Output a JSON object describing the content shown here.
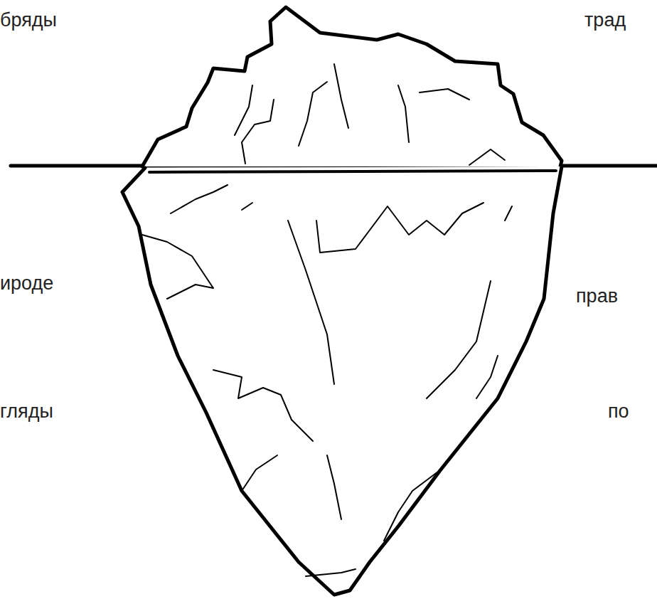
{
  "diagram": {
    "labels": [
      "бряды",
      "трад",
      "ироде",
      "гляды",
      "прав",
      "по"
    ]
  }
}
